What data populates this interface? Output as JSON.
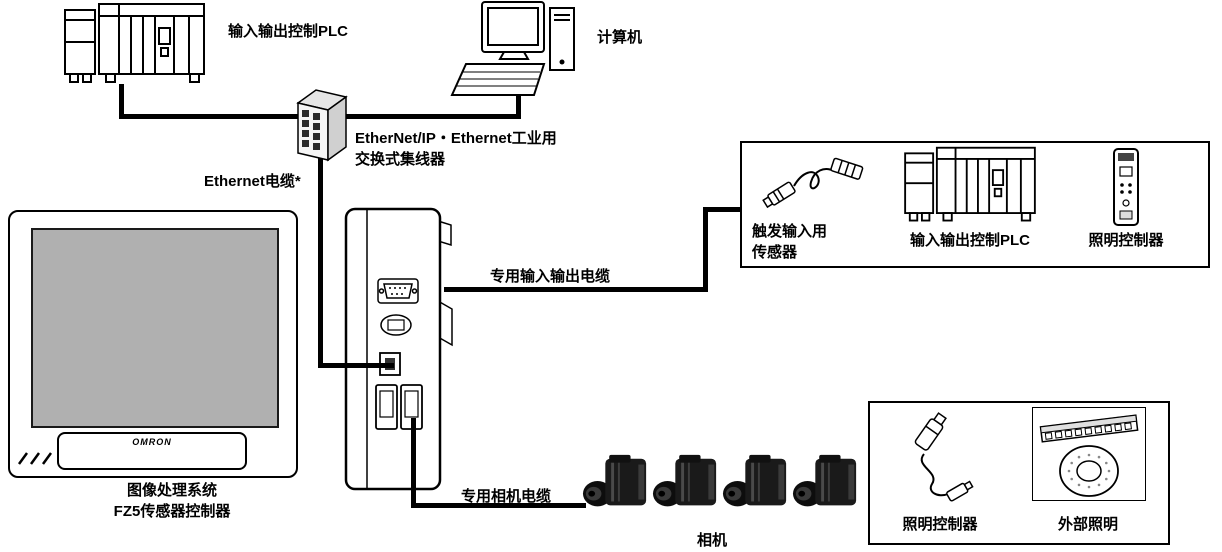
{
  "top_row": {
    "plc_label": "输入输出控制PLC",
    "computer_label": "计算机"
  },
  "hub": {
    "label_line1": "EtherNet/IP・Ethernet工业用",
    "label_line2": "交换式集线器",
    "cable_label": "Ethernet电缆*"
  },
  "display": {
    "logo": "OMRON",
    "caption_line1": "图像处理系统",
    "caption_line2": "FZ5传感器控制器"
  },
  "cables": {
    "io_label": "专用输入输出电缆",
    "camera_label": "专用相机电缆"
  },
  "io_box": {
    "sensor_label_line1": "触发输入用",
    "sensor_label_line2": "传感器",
    "plc_label": "输入输出控制PLC",
    "light_controller_label": "照明控制器"
  },
  "cameras": {
    "label": "相机"
  },
  "lighting_box": {
    "controller_label": "照明控制器",
    "external_label": "外部照明"
  }
}
